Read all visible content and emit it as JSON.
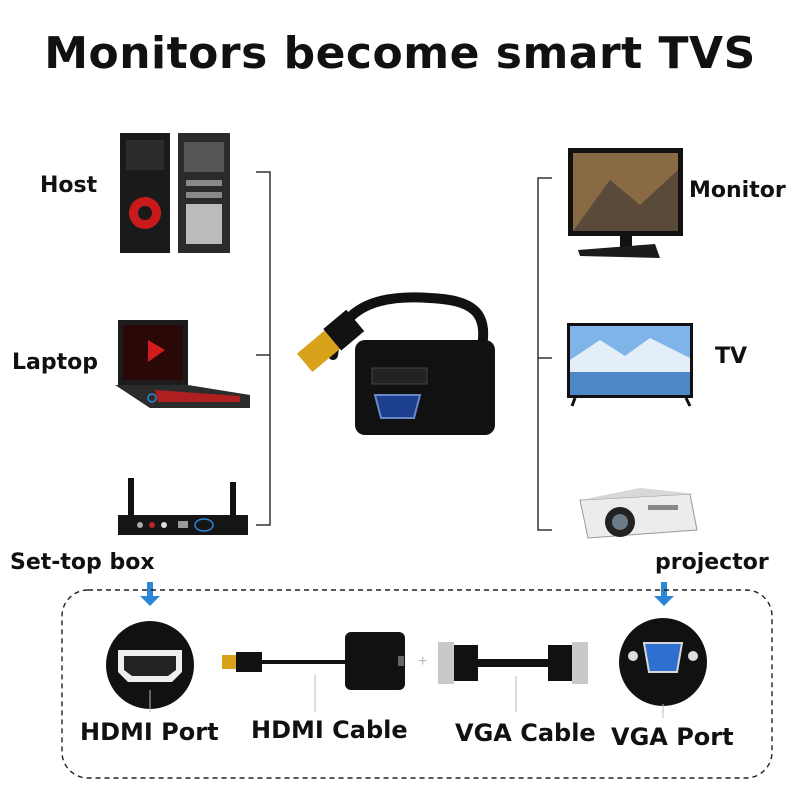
{
  "title": "Monitors become smart TVS",
  "sources": [
    {
      "label": "Host",
      "icon": "desktop-pc-icon"
    },
    {
      "label": "Laptop",
      "icon": "laptop-icon"
    },
    {
      "label": "Set-top box",
      "icon": "set-top-box-icon"
    }
  ],
  "displays": [
    {
      "label": "Monitor",
      "icon": "monitor-icon"
    },
    {
      "label": "TV",
      "icon": "tv-icon"
    },
    {
      "label": "projector",
      "icon": "projector-icon"
    }
  ],
  "components": [
    {
      "label": "HDMI Port",
      "icon": "hdmi-port-icon"
    },
    {
      "label": "HDMI Cable",
      "icon": "hdmi-cable-icon"
    },
    {
      "label": "VGA Cable",
      "icon": "vga-cable-icon"
    },
    {
      "label": "VGA Port",
      "icon": "vga-port-icon"
    }
  ],
  "colors": {
    "arrow": "#2b86d6",
    "adapter": "#111111",
    "connector_gold": "#d9a21b"
  }
}
